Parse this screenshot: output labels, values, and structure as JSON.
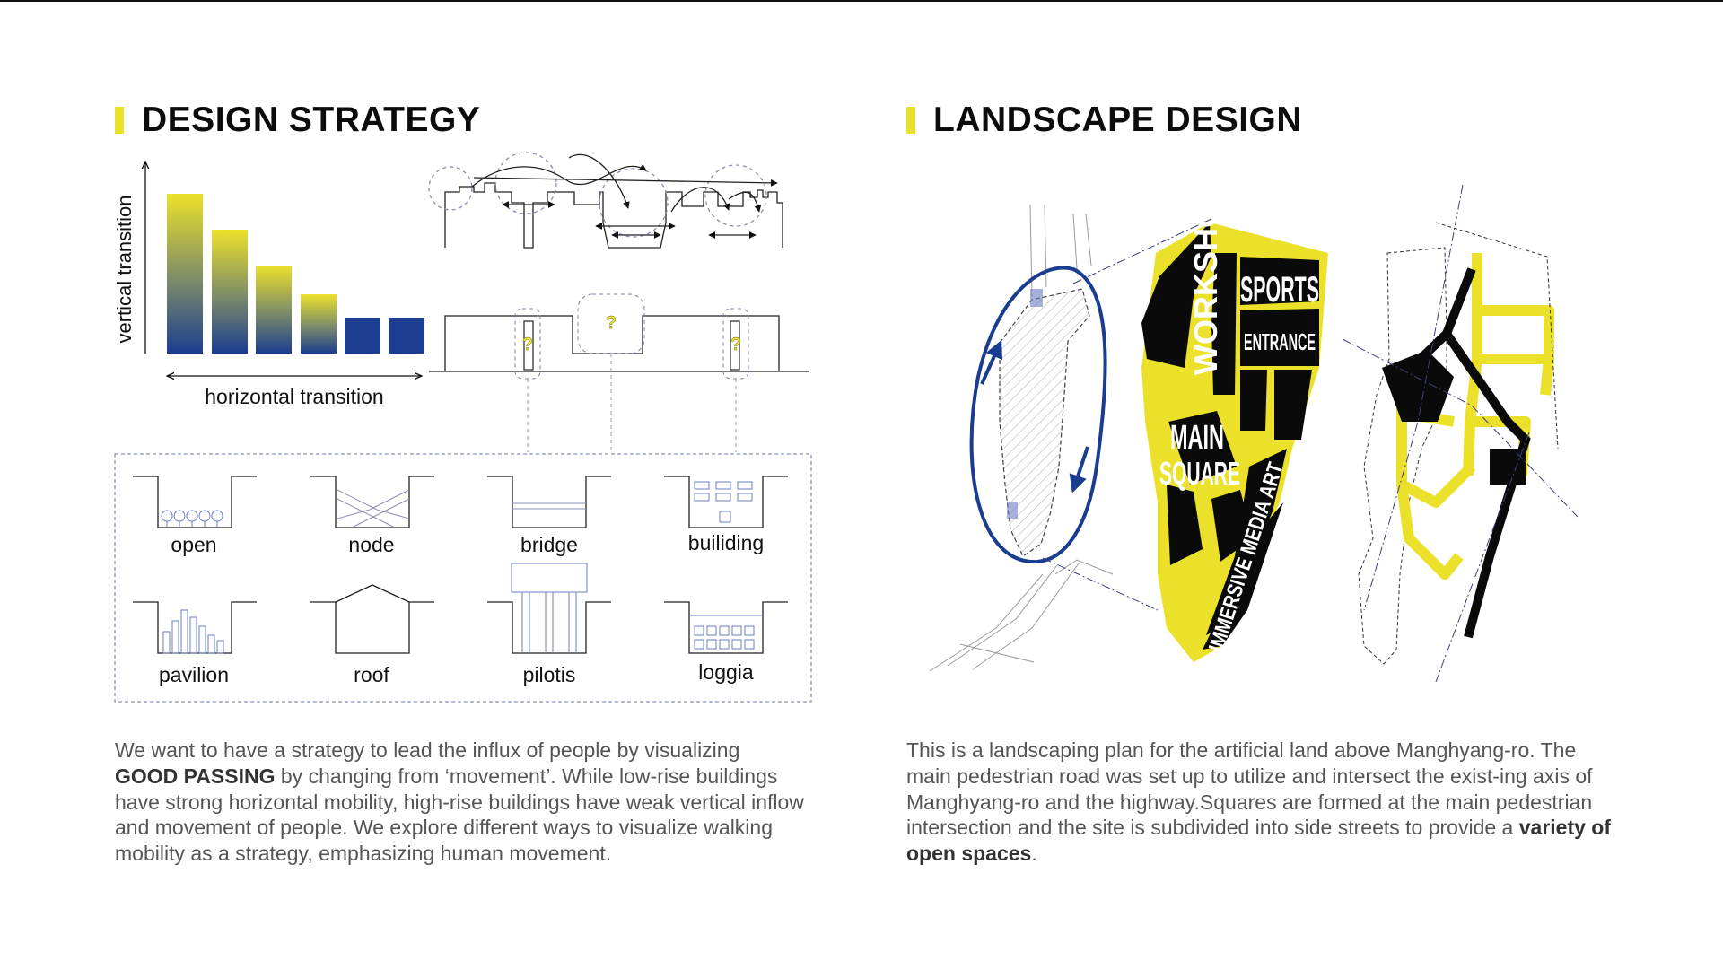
{
  "design_strategy": {
    "title": "DESIGN STRATEGY",
    "axis_vertical": "vertical transition",
    "axis_horizontal": "horizontal transition",
    "question_mark": "?",
    "types": [
      "open",
      "node",
      "bridge",
      "builiding",
      "pavilion",
      "roof",
      "pilotis",
      "loggia"
    ],
    "paragraph": {
      "p1": "We want to have a strategy to lead the influx of people by visualizing",
      "bold": "GOOD PASSING",
      "p2": " by changing from ‘movement’. While low-rise buildings have strong horizontal mobility, high-rise buildings have weak vertical inflow and movement of people. We explore different ways to visualize walking mobility as a strategy, emphasizing human movement."
    }
  },
  "landscape_design": {
    "title": "LANDSCAPE DESIGN",
    "labels": {
      "workshop": "WORKSHOP",
      "sports": "SPORTS",
      "entrance": "ENTRANCE",
      "main": "MAIN",
      "square": "SQUARE",
      "immersive": "IMMERSIVE MEDIA ART"
    },
    "paragraph": {
      "p1": "This is a landscaping plan for the artificial land above Manghyang-ro. The main pedestrian road was set up to utilize and intersect the exist-ing axis of Manghyang-ro and the highway.Squares are formed at the main pedestrian intersection and the site is subdivided into side streets to provide a ",
      "bold": "variety of open spaces",
      "p2": "."
    }
  },
  "colors": {
    "accent_yellow": "#ece12a",
    "deep_blue": "#1b3d8f",
    "black": "#0a0a0a"
  }
}
